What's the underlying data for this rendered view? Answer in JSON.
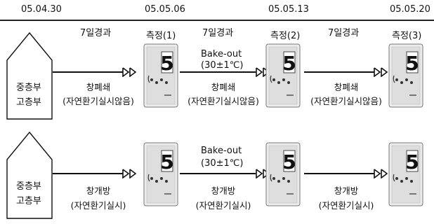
{
  "dates": [
    "05.04.30",
    "05.05.06",
    "05.05.13",
    "05.05.20"
  ],
  "elapsed": [
    "7일경과",
    "7일경과",
    "7일경과"
  ],
  "measurements": [
    "측정(1)",
    "측정(2)",
    "측정(3)"
  ],
  "house": {
    "line1": "중층부",
    "line2": "고층부"
  },
  "bakeout": {
    "label": "Bake-out",
    "temp": "(30±1℃)"
  },
  "row1": {
    "captions": [
      {
        "title": "창폐쇄",
        "sub": "(자연환기실시않음)"
      },
      {
        "title": "창폐쇄",
        "sub": "(자연환기실시않음)"
      },
      {
        "title": "창폐쇄",
        "sub": "(자연환기실시않음)"
      }
    ]
  },
  "row2": {
    "captions": [
      {
        "title": "창개방",
        "sub": "(자연환기실시)"
      },
      {
        "title": "창개방",
        "sub": "(자연환기실시)"
      },
      {
        "title": "창개방",
        "sub": "(자연환기실시)"
      }
    ]
  },
  "device": {
    "digit": "5"
  }
}
